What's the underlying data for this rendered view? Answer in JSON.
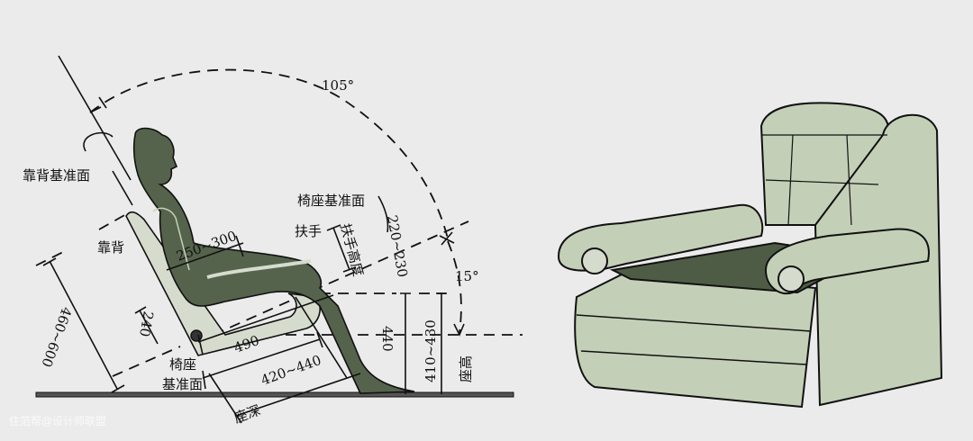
{
  "diagram": {
    "angles": {
      "backrest_angle": "105°",
      "seat_tilt": "15°"
    },
    "labels": {
      "backrest_reference_plane": "靠背基准面",
      "seat_reference_plane_top": "椅座基准面",
      "armrest": "扶手",
      "armrest_height": "扶手高度",
      "backrest": "靠背",
      "seat_reference_plane_a": "椅座",
      "seat_reference_plane_b": "基准面",
      "seat_height": "座高",
      "seat_depth": "座深"
    },
    "dimensions": {
      "armrest_height_range": "220~230",
      "backrest_span": "250~300",
      "lumbar": "240",
      "seat_length": "490",
      "seat_height_fixed": "440",
      "seat_height_range": "410~430",
      "backrest_height": "460~600",
      "seat_depth_range": "420~440"
    },
    "colors": {
      "figure": "#55634c",
      "chair": "#d6dccd",
      "sofa_fill": "#c4cfb7",
      "sofa_seat": "#4e5c45",
      "background": "#ebebeb"
    },
    "watermark": "住范帮@设计师联盟"
  }
}
